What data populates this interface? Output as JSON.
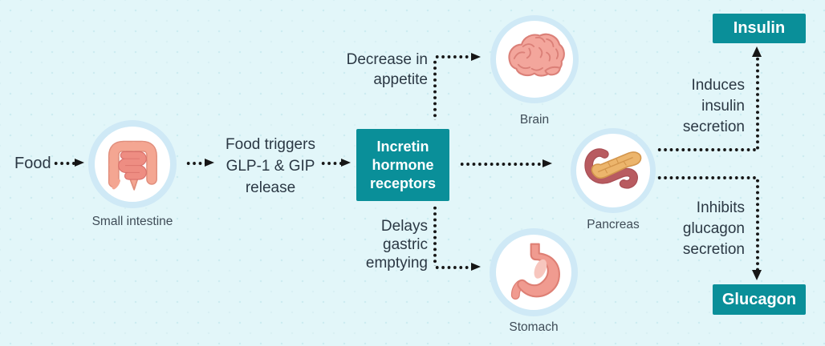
{
  "colors": {
    "background": "#e2f6f9",
    "teal": "#0a8f99",
    "text": "#2b3844",
    "label": "#3f4c57",
    "arrow": "#161616",
    "ring": "#cfe9f6"
  },
  "flow": {
    "food": "Food",
    "trigger": [
      "Food triggers",
      "GLP-1 & GIP",
      "release"
    ],
    "receptors": [
      "Incretin",
      "hormone",
      "receptors"
    ],
    "decrease": [
      "Decrease in",
      "appetite"
    ],
    "delays": [
      "Delays",
      "gastric",
      "emptying"
    ],
    "induces": [
      "Induces",
      "insulin",
      "secretion"
    ],
    "inhibits": [
      "Inhibits",
      "glucagon",
      "secretion"
    ],
    "insulin": "Insulin",
    "glucagon": "Glucagon"
  },
  "organs": {
    "small_intestine": "Small intestine",
    "brain": "Brain",
    "pancreas": "Pancreas",
    "stomach": "Stomach"
  },
  "icons": {
    "small_intestine": "small-intestine-icon",
    "brain": "brain-icon",
    "pancreas": "pancreas-icon",
    "stomach": "stomach-icon"
  }
}
